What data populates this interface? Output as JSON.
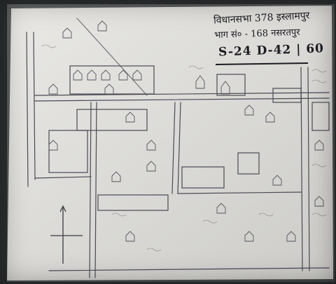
{
  "document": {
    "type": "hand-drawn village map sketch (photo)",
    "notes": {
      "line1": "विधानसभा 378 इस्लामपुर",
      "line2": "भाग सं० - 168 नसरतपुर",
      "line3": "S-24  D-42 | 60"
    }
  },
  "colors": {
    "paper": "#e2e1dc",
    "ink": "#3a3a42",
    "frame": "#2c2f30"
  }
}
